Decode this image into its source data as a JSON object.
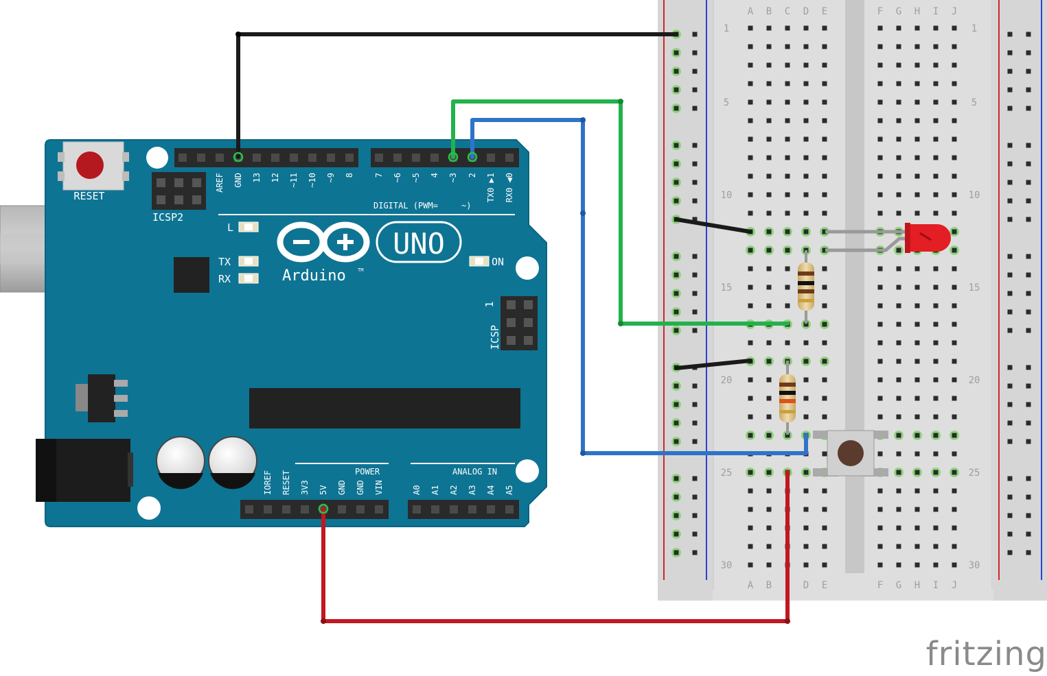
{
  "arduino": {
    "reset_label": "RESET",
    "icsp2_label": "ICSP2",
    "icsp_label": "ICSP",
    "icsp_pin1": "1",
    "led_l": "L",
    "led_tx": "TX",
    "led_rx": "RX",
    "led_on": "ON",
    "brand": "Arduino",
    "tm": "TM",
    "model": "UNO",
    "digital_label": "DIGITAL (PWM=",
    "digital_tilde": "~)",
    "power_label": "POWER",
    "analog_label": "ANALOG IN",
    "top_pins_left": [
      "AREF",
      "GND",
      "13",
      "12",
      "~11",
      "~10",
      "~9",
      "8"
    ],
    "top_pins_right": [
      "7",
      "~6",
      "~5",
      "4",
      "~3",
      "2",
      "TX0 ▶1",
      "RX0 ◀0"
    ],
    "power_pins": [
      "IOREF",
      "RESET",
      "3V3",
      "5V",
      "GND",
      "GND",
      "VIN"
    ],
    "analog_pins": [
      "A0",
      "A1",
      "A2",
      "A3",
      "A4",
      "A5"
    ]
  },
  "breadboard": {
    "columns_left": [
      "A",
      "B",
      "C",
      "D",
      "E"
    ],
    "columns_right": [
      "F",
      "G",
      "H",
      "I",
      "J"
    ],
    "row_numbers": [
      "1",
      "5",
      "10",
      "15",
      "20",
      "25",
      "30"
    ],
    "row_count": 30
  },
  "watermark": "fritzing",
  "colors": {
    "board": "#0e7493",
    "board_edge": "#0a6380",
    "wire_gnd": "#1a1a1a",
    "wire_green": "#22b24c",
    "wire_blue": "#2f73c9",
    "wire_red": "#c0181f",
    "breadboard": "#dedede",
    "hole_active": "#8fd47f",
    "led": "#e31e24",
    "rail_red": "#d0242a",
    "rail_blue": "#2c3fd3"
  }
}
